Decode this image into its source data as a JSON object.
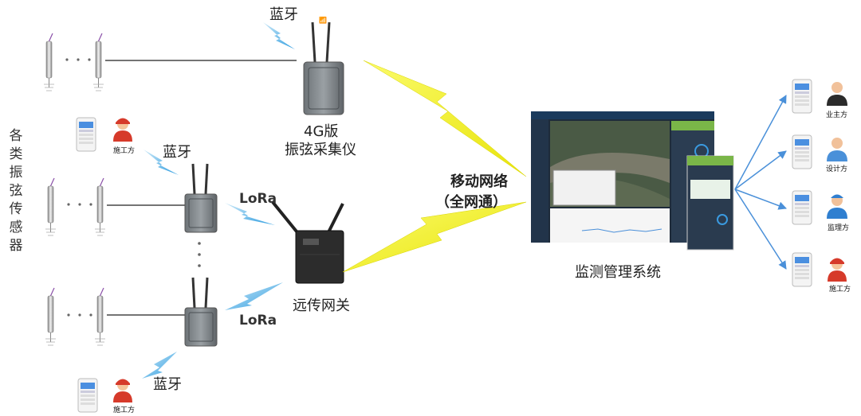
{
  "sensors_label": "各类振弦传感器",
  "labels": {
    "bluetooth_top": "蓝牙",
    "device_4g_line1": "4G版",
    "device_4g_line2": "振弦采集仪",
    "bluetooth_mid": "蓝牙",
    "lora_top": "LoRa",
    "lora_bottom": "LoRa",
    "gateway": "远传网关",
    "bluetooth_bottom": "蓝牙",
    "network_line1": "移动网络",
    "network_line2": "（全网通）",
    "system": "监测管理系统"
  },
  "phone_users_left": {
    "mid": "施工方",
    "bottom": "施工方"
  },
  "stakeholders": [
    "业主方",
    "设计方",
    "监理方",
    "施工方"
  ],
  "colors": {
    "bluetooth": "#3ba7e6",
    "lightning": "#f5f21a",
    "arrow": "#4a90d9"
  }
}
